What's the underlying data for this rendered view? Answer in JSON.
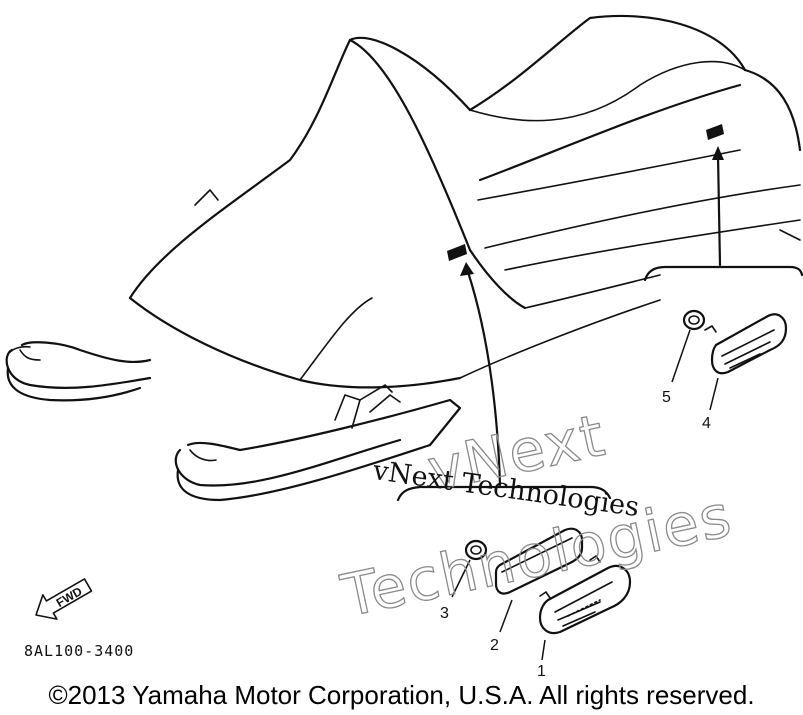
{
  "diagram": {
    "part_code": "8AL100-3400",
    "fwd_label": "FWD",
    "callouts": {
      "c1": "1",
      "c2": "2",
      "c3": "3",
      "c4": "4",
      "c5": "5"
    }
  },
  "watermark": {
    "outline_line1": "vNext",
    "outline_line2": "Technologies",
    "serif_text": "vNext Technologies"
  },
  "footer": {
    "copyright": "©2013 Yamaha Motor Corporation, U.S.A. All rights reserved."
  }
}
